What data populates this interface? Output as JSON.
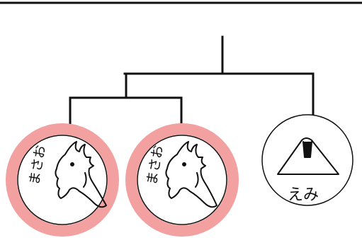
{
  "bracket": {
    "entrants": [
      {
        "id": "masao-1",
        "name": "まさお",
        "icon": "dinosaur-doodle",
        "highlighted": true
      },
      {
        "id": "masao-2",
        "name": "まさお",
        "icon": "dinosaur-doodle",
        "highlighted": true
      },
      {
        "id": "emi",
        "name": "えみ",
        "icon": "mountain-doodle",
        "highlighted": false
      }
    ],
    "highlight_color": "#f2a0a0",
    "line_color": "#111111"
  }
}
